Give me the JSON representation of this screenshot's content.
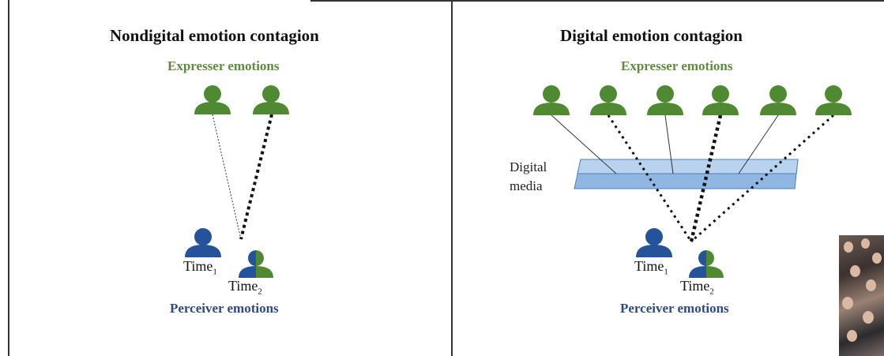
{
  "left_panel": {
    "title": "Nondigital emotion contagion",
    "expresser_label": "Expresser  emotions",
    "perceiver_label": "Perceiver emotions",
    "time1": {
      "text": "Time",
      "sub": "1"
    },
    "time2": {
      "text": "Time",
      "sub": "2"
    }
  },
  "right_panel": {
    "title": "Digital emotion contagion",
    "expresser_label": "Expresser emotions",
    "perceiver_label": "Perceiver emotions",
    "media_label_line1": "Digital",
    "media_label_line2": "media",
    "time1": {
      "text": "Time",
      "sub": "1"
    },
    "time2": {
      "text": "Time",
      "sub": "2"
    }
  },
  "colors": {
    "expresser_green": "#5e8c3a",
    "perceiver_blue": "#2f4a86",
    "person_green": "#4f8a32",
    "person_blue": "#24529b",
    "media_band": "#8fb7e2"
  },
  "corner_photo": {
    "description_icon": "crowd-photo-icon"
  }
}
